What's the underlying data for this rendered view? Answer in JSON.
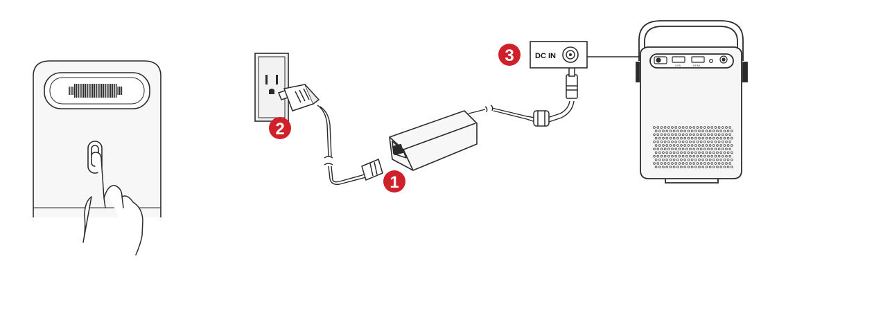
{
  "colors": {
    "step_badge": "#d0202a",
    "line": "#2a2a2a",
    "body_fill": "#f6f6f6"
  },
  "steps": {
    "one": "1",
    "two": "2",
    "three": "3"
  },
  "dc_in_label": "DC IN",
  "ports": {
    "usb": "USB",
    "hdmi": "HDMI"
  },
  "icons": {
    "power_button": "power-button-icon",
    "hand": "pointing-hand-icon",
    "wall_outlet": "wall-outlet-icon",
    "plug": "plug-icon",
    "adapter": "power-adapter-icon",
    "barrel_jack": "dc-barrel-jack-icon",
    "projector": "projector-icon"
  }
}
